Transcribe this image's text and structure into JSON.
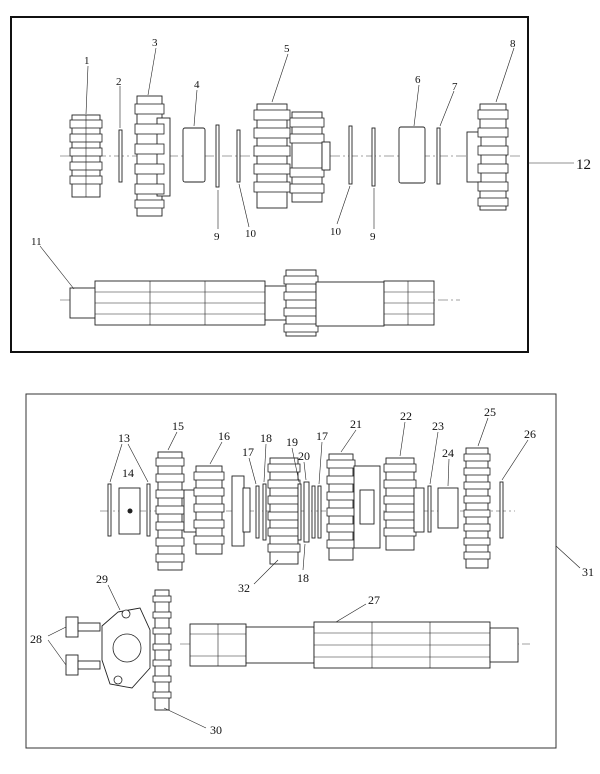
{
  "diagram": {
    "upper_panel": {
      "assembly_label": "12",
      "part_labels": [
        "1",
        "2",
        "3",
        "4",
        "5",
        "6",
        "7",
        "8",
        "9",
        "10",
        "10",
        "9",
        "11"
      ]
    },
    "lower_panel": {
      "assembly_label": "31",
      "part_labels": [
        "13",
        "14",
        "15",
        "16",
        "17",
        "18",
        "19",
        "20",
        "17",
        "21",
        "22",
        "23",
        "24",
        "25",
        "26",
        "32",
        "18",
        "27",
        "28",
        "29",
        "30"
      ]
    }
  }
}
